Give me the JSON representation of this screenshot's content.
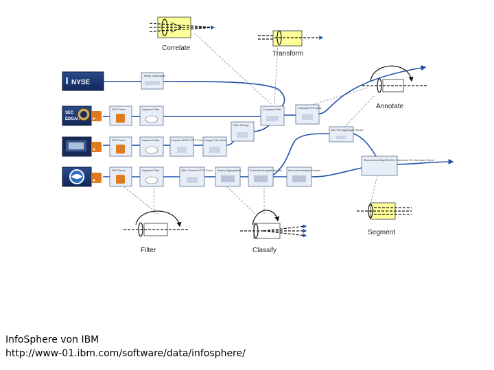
{
  "caption": {
    "line1": "InfoSphere von IBM",
    "line2": "http://www-01.ibm.com/software/data/infosphere/"
  },
  "patterns": {
    "correlate": "Correlate",
    "transform": "Transform",
    "annotate": "Annotate",
    "filter": "Filter",
    "classify": "Classify",
    "segment": "Segment"
  },
  "sources": {
    "nyse": "NYSE",
    "sec": "SEC",
    "edgar": "EDGAR"
  },
  "nodes": {
    "trade_quote": "TRAQ Tradequote",
    "rss1": "RSS Parse",
    "keyword1": "Keyword Filter",
    "rss2": "RSS Parse",
    "keyword2": "Keyword Filter",
    "http1": "Keyword ERP HTTP Fetch",
    "image1": "Image/Video Ratio",
    "rss3": "RSS Parse",
    "keyword3": "Keyword Filter",
    "http2": "XML Convert HTTP Fetch",
    "sensor1": "Sensor Aggregation",
    "ext1": "Extended Analysis Module",
    "ext2": "Hurricane Analysis Module",
    "company": "Company Filter",
    "filter_pricing": "Filter Pricing",
    "calc": "Calculate P/E Ratio",
    "join": "Join P/E Aggregate Report",
    "report": "Recommend Buy/Sell Per Stock and Per Hurricane Event"
  },
  "colors": {
    "node_fill": "#e8eef8",
    "node_stroke": "#5a6e8c",
    "wire": "#1f4ea8",
    "dashed": "#888888",
    "pattern_fill": "#ffff99"
  }
}
